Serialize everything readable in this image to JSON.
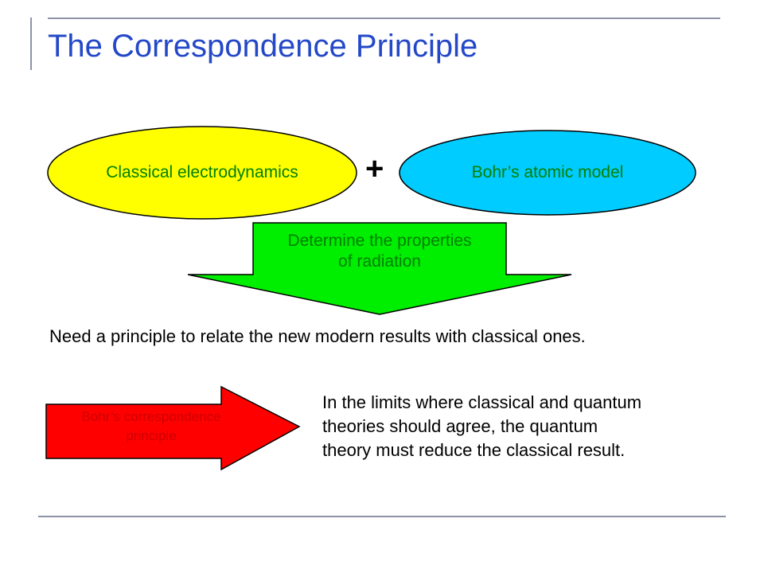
{
  "slide": {
    "title": "The Correspondence Principle"
  },
  "diagram": {
    "classical": {
      "label": "Classical electrodynamics",
      "fill": "#ffff00",
      "text_color": "#008000"
    },
    "bohr_model": {
      "label": "Bohr’s atomic model",
      "fill": "#00ccff",
      "text_color": "#008000"
    },
    "plus": "+",
    "down_arrow": {
      "line1": "Determine the properties",
      "line2": "of radiation",
      "fill": "#00ee00",
      "text_color": "#008000"
    },
    "right_arrow": {
      "line1": "Bohr’s correspondence",
      "line2": "principle",
      "fill": "#ff0000",
      "text_color": "#cc0000"
    }
  },
  "text": {
    "need_principle": "Need a principle to relate the new modern results with classical ones.",
    "limits_line1": "In the limits where classical and quantum",
    "limits_line2": "theories should agree, the quantum",
    "limits_line3": "theory must reduce the classical result."
  },
  "colors": {
    "title": "#2448c8",
    "rule": "#8d92a8"
  }
}
